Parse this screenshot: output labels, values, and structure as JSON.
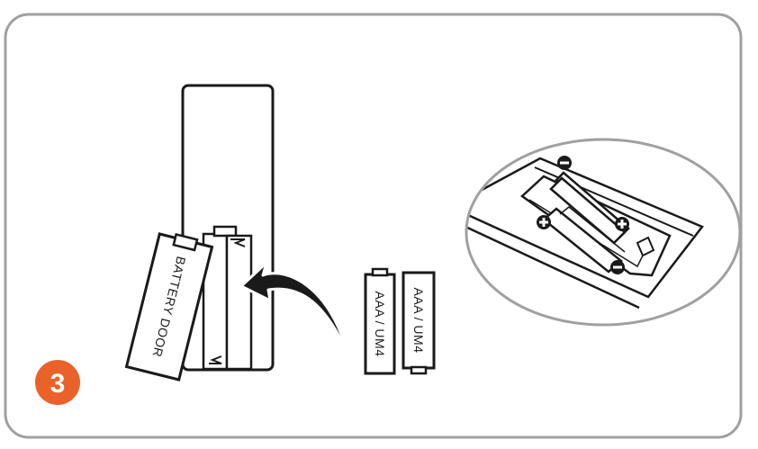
{
  "battery_door": {
    "label": "BATTERY DOOR"
  },
  "batteries": [
    {
      "label": "AAA / UM4"
    },
    {
      "label": "AAA / UM4"
    }
  ],
  "step": {
    "number": "3",
    "color": "#E9622A"
  },
  "colors": {
    "frame": "#A0A0A0",
    "line": "#1a1a1a",
    "arrow": "#1a1a1a"
  },
  "icons": [
    "plus-icon",
    "minus-icon",
    "curved-arrow-icon"
  ]
}
